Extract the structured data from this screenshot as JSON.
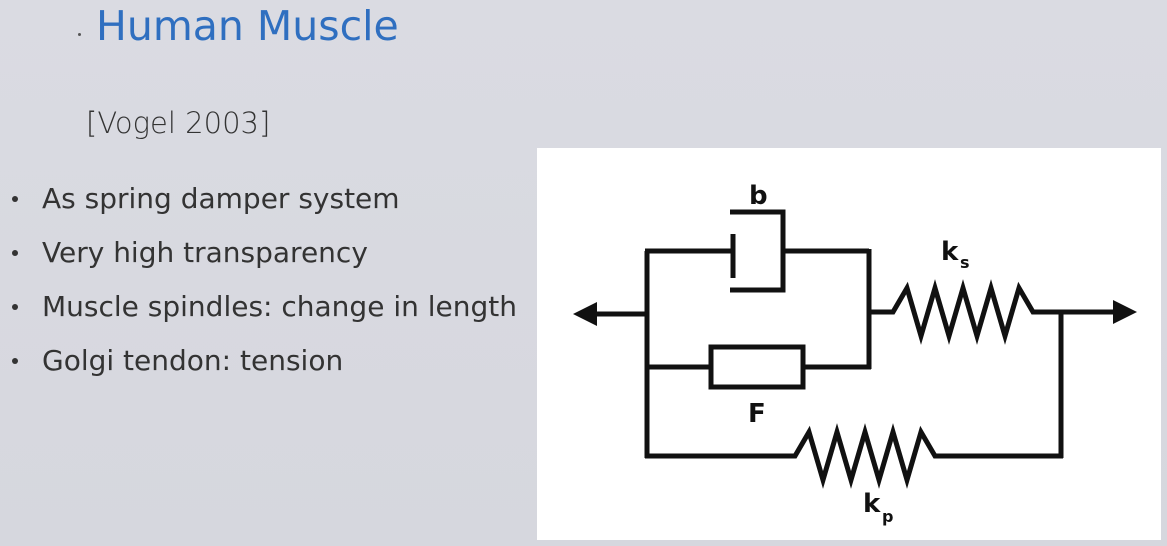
{
  "slide": {
    "title": "Human Muscle",
    "citation": "[Vogel 2003]",
    "bullets": [
      "As spring damper system",
      "Very high transparency",
      "Muscle spindles: change in length",
      "Golgi tendon: tension"
    ]
  },
  "diagram": {
    "labels": {
      "damper": "b",
      "series_spring": "k",
      "series_spring_sub": "s",
      "force_element": "F",
      "parallel_spring": "k",
      "parallel_spring_sub": "p"
    },
    "colors": {
      "title": "#2f6fc0",
      "stroke": "#111111",
      "panel": "#ffffff"
    }
  }
}
